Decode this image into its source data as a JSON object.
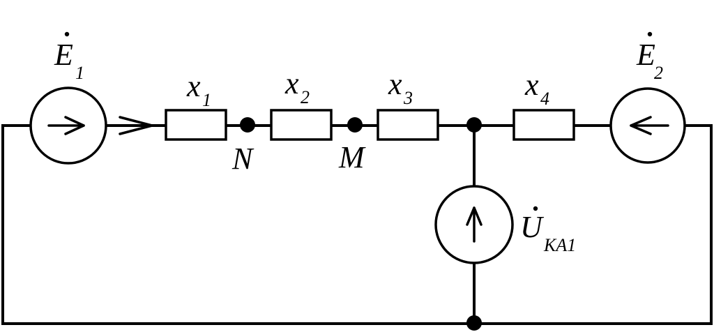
{
  "sources": {
    "e1": {
      "letter": "E",
      "index": "1"
    },
    "e2": {
      "letter": "E",
      "index": "2"
    },
    "u": {
      "letter": "U",
      "index": "KA1"
    }
  },
  "reactances": [
    {
      "letter": "x",
      "index": "1"
    },
    {
      "letter": "x",
      "index": "2"
    },
    {
      "letter": "x",
      "index": "3"
    },
    {
      "letter": "x",
      "index": "4"
    }
  ],
  "nodes": {
    "n": "N",
    "m": "M"
  }
}
